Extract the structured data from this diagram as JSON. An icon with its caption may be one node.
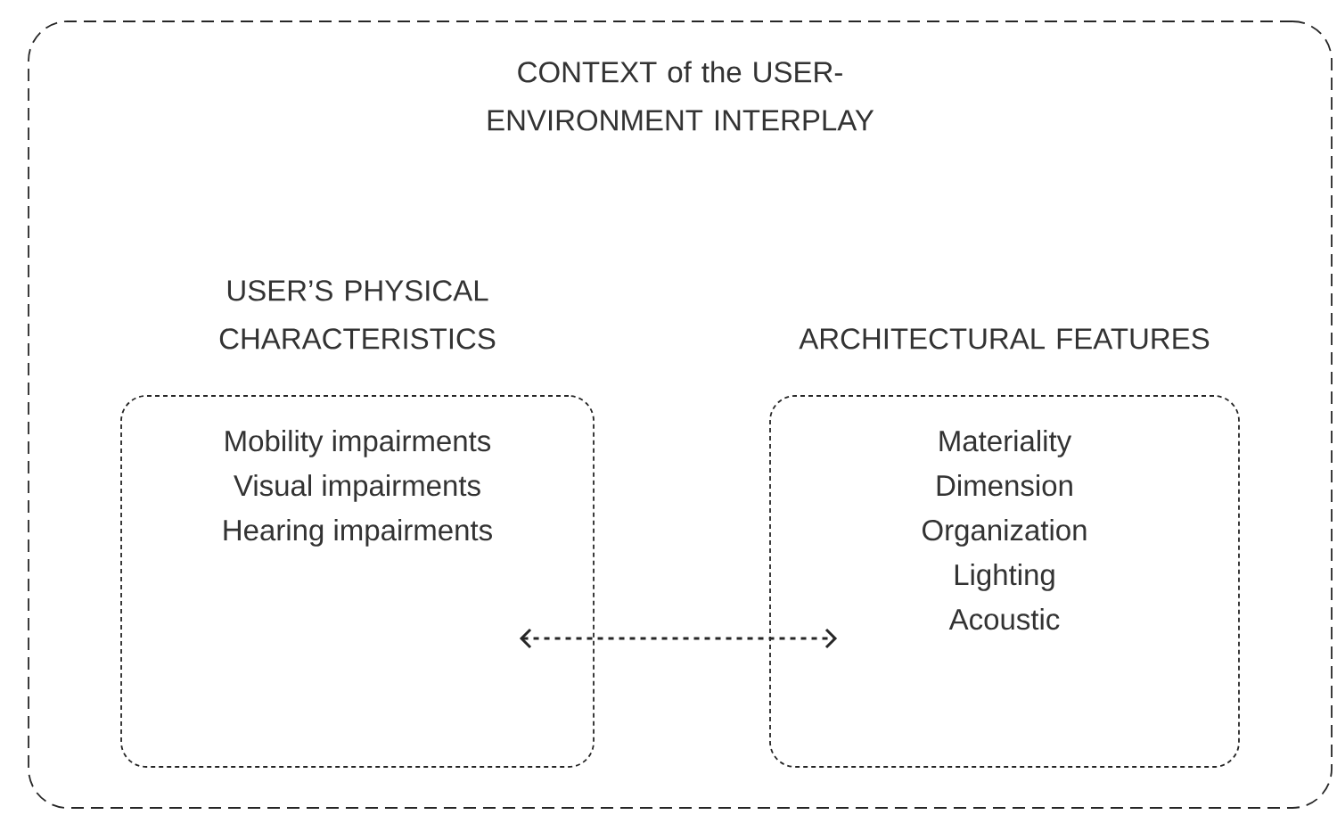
{
  "diagram": {
    "nodes": [
      {
        "text": [
          "CONTEXT of the USER-ENVIRONMENT INTERPLAY"
        ]
      },
      {
        "text": [
          "USER’S PHYSICAL CHARACTERISTICS",
          "Mobility impairments",
          "Visual impairments",
          "Hearing impairments"
        ],
        "in": 0
      },
      {
        "text": [
          "ARCHITECTURAL FEATURES",
          "Materiality",
          "Dimension",
          "Organization",
          "Lighting",
          "Acoustic"
        ],
        "in": 0
      }
    ],
    "edges": [
      {
        "from": 1,
        "to": 2,
        "arrow": "both",
        "style": "dashed"
      }
    ]
  }
}
